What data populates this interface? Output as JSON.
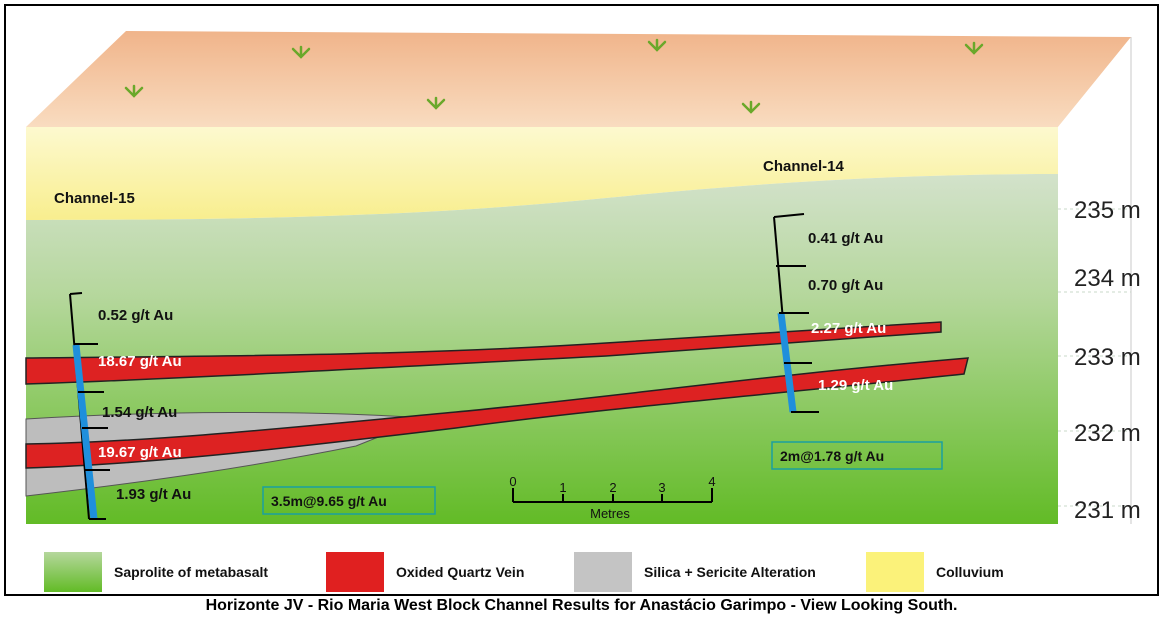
{
  "channels": {
    "left_name": "Channel-15",
    "right_name": "Channel-14"
  },
  "elevations": [
    "235 m",
    "234 m",
    "233 m",
    "232 m",
    "231 m"
  ],
  "left_channel_assays": [
    "0.52 g/t Au",
    "18.67 g/t Au",
    "1.54 g/t Au",
    "19.67 g/t Au",
    "1.93 g/t Au"
  ],
  "right_channel_assays": [
    "0.41 g/t Au",
    "0.70 g/t Au",
    "2.27 g/t Au",
    "1.29 g/t Au"
  ],
  "intercepts": {
    "left": "3.5m@9.65 g/t Au",
    "right": "2m@1.78 g/t Au"
  },
  "scale_bar": {
    "ticks": [
      "0",
      "1",
      "2",
      "3",
      "4"
    ],
    "unit": "Metres"
  },
  "legend": [
    {
      "label": "Saprolite of metabasalt",
      "color": "#7cc13a"
    },
    {
      "label": "Oxided Quartz Vein",
      "color": "#e02020"
    },
    {
      "label": "Silica + Sericite Alteration",
      "color": "#c4c4c4"
    },
    {
      "label": "Colluvium",
      "color": "#fbf27a"
    }
  ],
  "colors": {
    "soil_top": "#f2c39a",
    "colluvium": "#fbf4a6",
    "saprolite_top": "#c7dcc0",
    "saprolite_bottom": "#6cbf2c",
    "vein": "#dd2222",
    "alteration": "#bdbdbd",
    "channel_bar": "#1f8fdc",
    "intercept_box": "#1aa0a0",
    "grass": "#6aa82a"
  },
  "caption": "Horizonte JV  - Rio Maria West Block Channel Results for Anastácio Garimpo - View Looking South."
}
